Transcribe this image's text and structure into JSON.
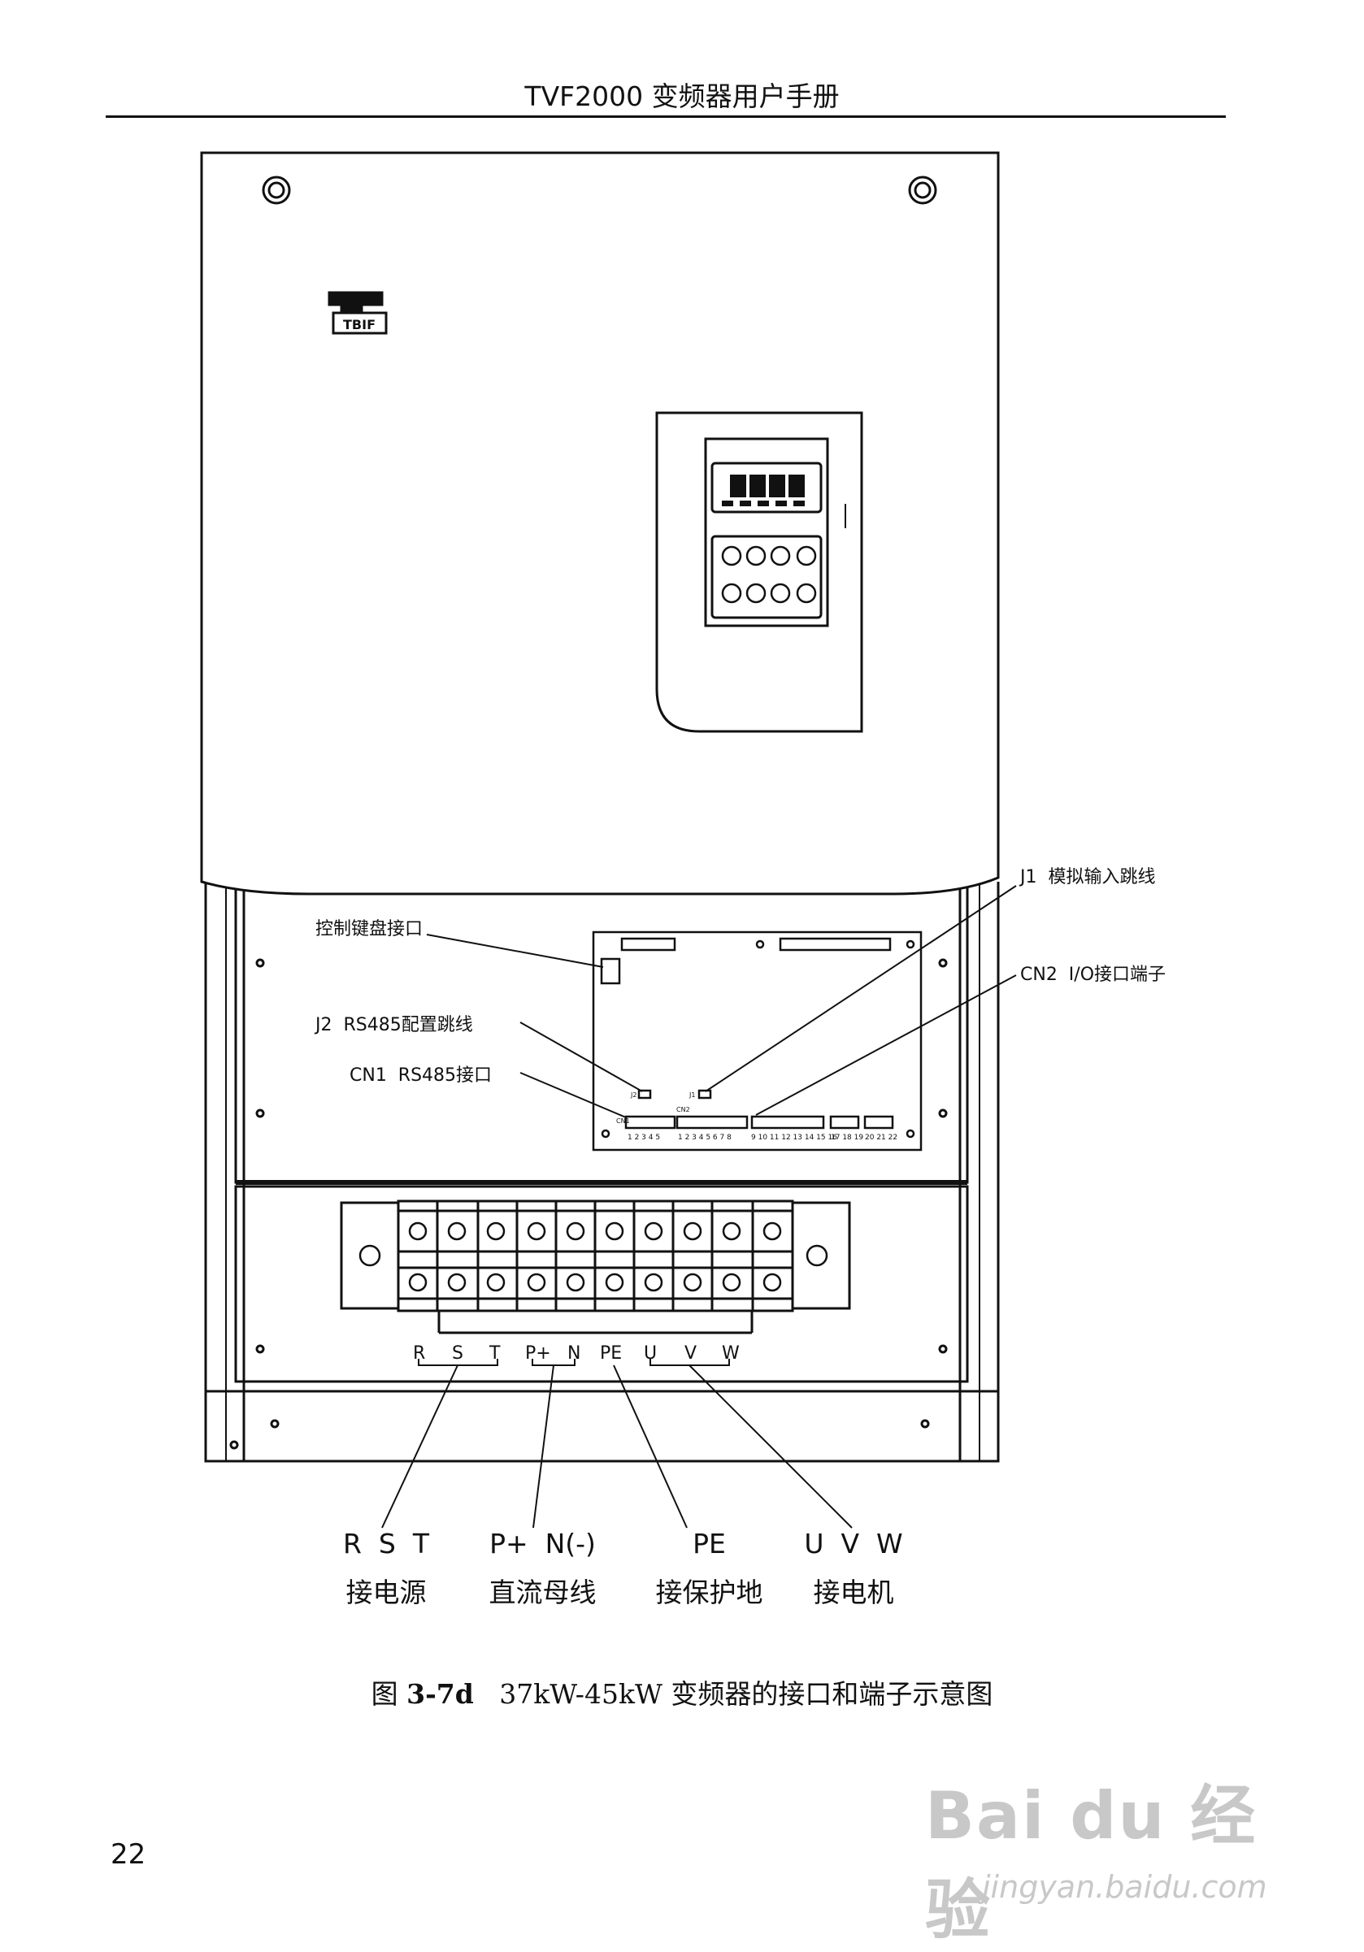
{
  "header": {
    "title": "TVF2000 变频器用户手册"
  },
  "device": {
    "brand_mark": "TBIF",
    "board_labels": {
      "keyboard_port": "控制键盘接口",
      "j2": "J2  RS485配置跳线",
      "cn1": "CN1  RS485接口",
      "j1": "J1  模拟输入跳线",
      "cn2": "CN2  I/O接口端子",
      "j2_tiny": "J2",
      "j1_tiny": "J1",
      "cn1_tiny": "CN1",
      "cn2_tiny": "CN2"
    },
    "pin_numbers": {
      "cn1": "1 2 3 4 5",
      "cn2a": "1 2 3 4 5 6 7 8",
      "cn2b": "9 10 11 12 13 14 15 16",
      "cn2c": "17 18 19",
      "cn2d": "20 21 22"
    },
    "terminal_letters": {
      "r": "R",
      "s": "S",
      "t": "T",
      "p_plus": "P+",
      "n": "N",
      "pe": "PE",
      "u": "U",
      "v": "V",
      "w": "W"
    }
  },
  "callouts": [
    {
      "symbols": "R  S  T",
      "label": "接电源"
    },
    {
      "symbols": "P+  N(-)",
      "label": "直流母线"
    },
    {
      "symbols": "PE",
      "label": "接保护地"
    },
    {
      "symbols": "U  V  W",
      "label": "接电机"
    }
  ],
  "caption": {
    "prefix": "图 ",
    "number": "3-7d",
    "text": "   37kW-45kW 变频器的接口和端子示意图"
  },
  "page_number": "22",
  "watermark": {
    "brand": "Bai du 经验",
    "url": "jingyan.baidu.com"
  }
}
